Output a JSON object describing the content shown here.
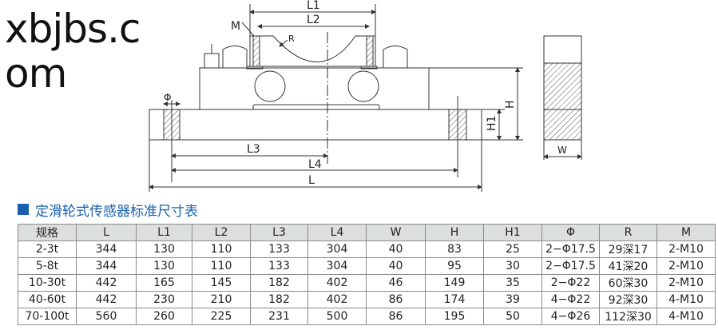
{
  "drawing": {
    "labels": {
      "L1": "L1",
      "L2": "L2",
      "M": "M",
      "R": "R",
      "phi": "Φ",
      "H": "H",
      "H1": "H1",
      "L3": "L3",
      "L4": "L4",
      "L": "L",
      "W": "W"
    }
  },
  "title": "定滑轮式传感器标准尺寸表",
  "accent_color": "#1a5fad",
  "table": {
    "headers": [
      "规格",
      "L",
      "L1",
      "L2",
      "L3",
      "L4",
      "W",
      "H",
      "H1",
      "Φ",
      "R",
      "M"
    ],
    "rows": [
      [
        "2-3t",
        "344",
        "130",
        "110",
        "133",
        "304",
        "40",
        "83",
        "25",
        "2−Φ17.5",
        "29深17",
        "2-M10"
      ],
      [
        "5-8t",
        "344",
        "130",
        "110",
        "133",
        "304",
        "40",
        "95",
        "30",
        "2−Φ17.5",
        "41深20",
        "2-M10"
      ],
      [
        "10-30t",
        "442",
        "165",
        "145",
        "182",
        "402",
        "46",
        "149",
        "35",
        "2−Φ22",
        "60深30",
        "2-M10"
      ],
      [
        "40-60t",
        "442",
        "230",
        "210",
        "182",
        "402",
        "86",
        "174",
        "39",
        "4−Φ22",
        "92深30",
        "4-M10"
      ],
      [
        "70-100t",
        "560",
        "260",
        "225",
        "231",
        "500",
        "86",
        "195",
        "50",
        "4−Φ26",
        "112深30",
        "4-M10"
      ]
    ]
  },
  "watermark": "xbjbs.com"
}
